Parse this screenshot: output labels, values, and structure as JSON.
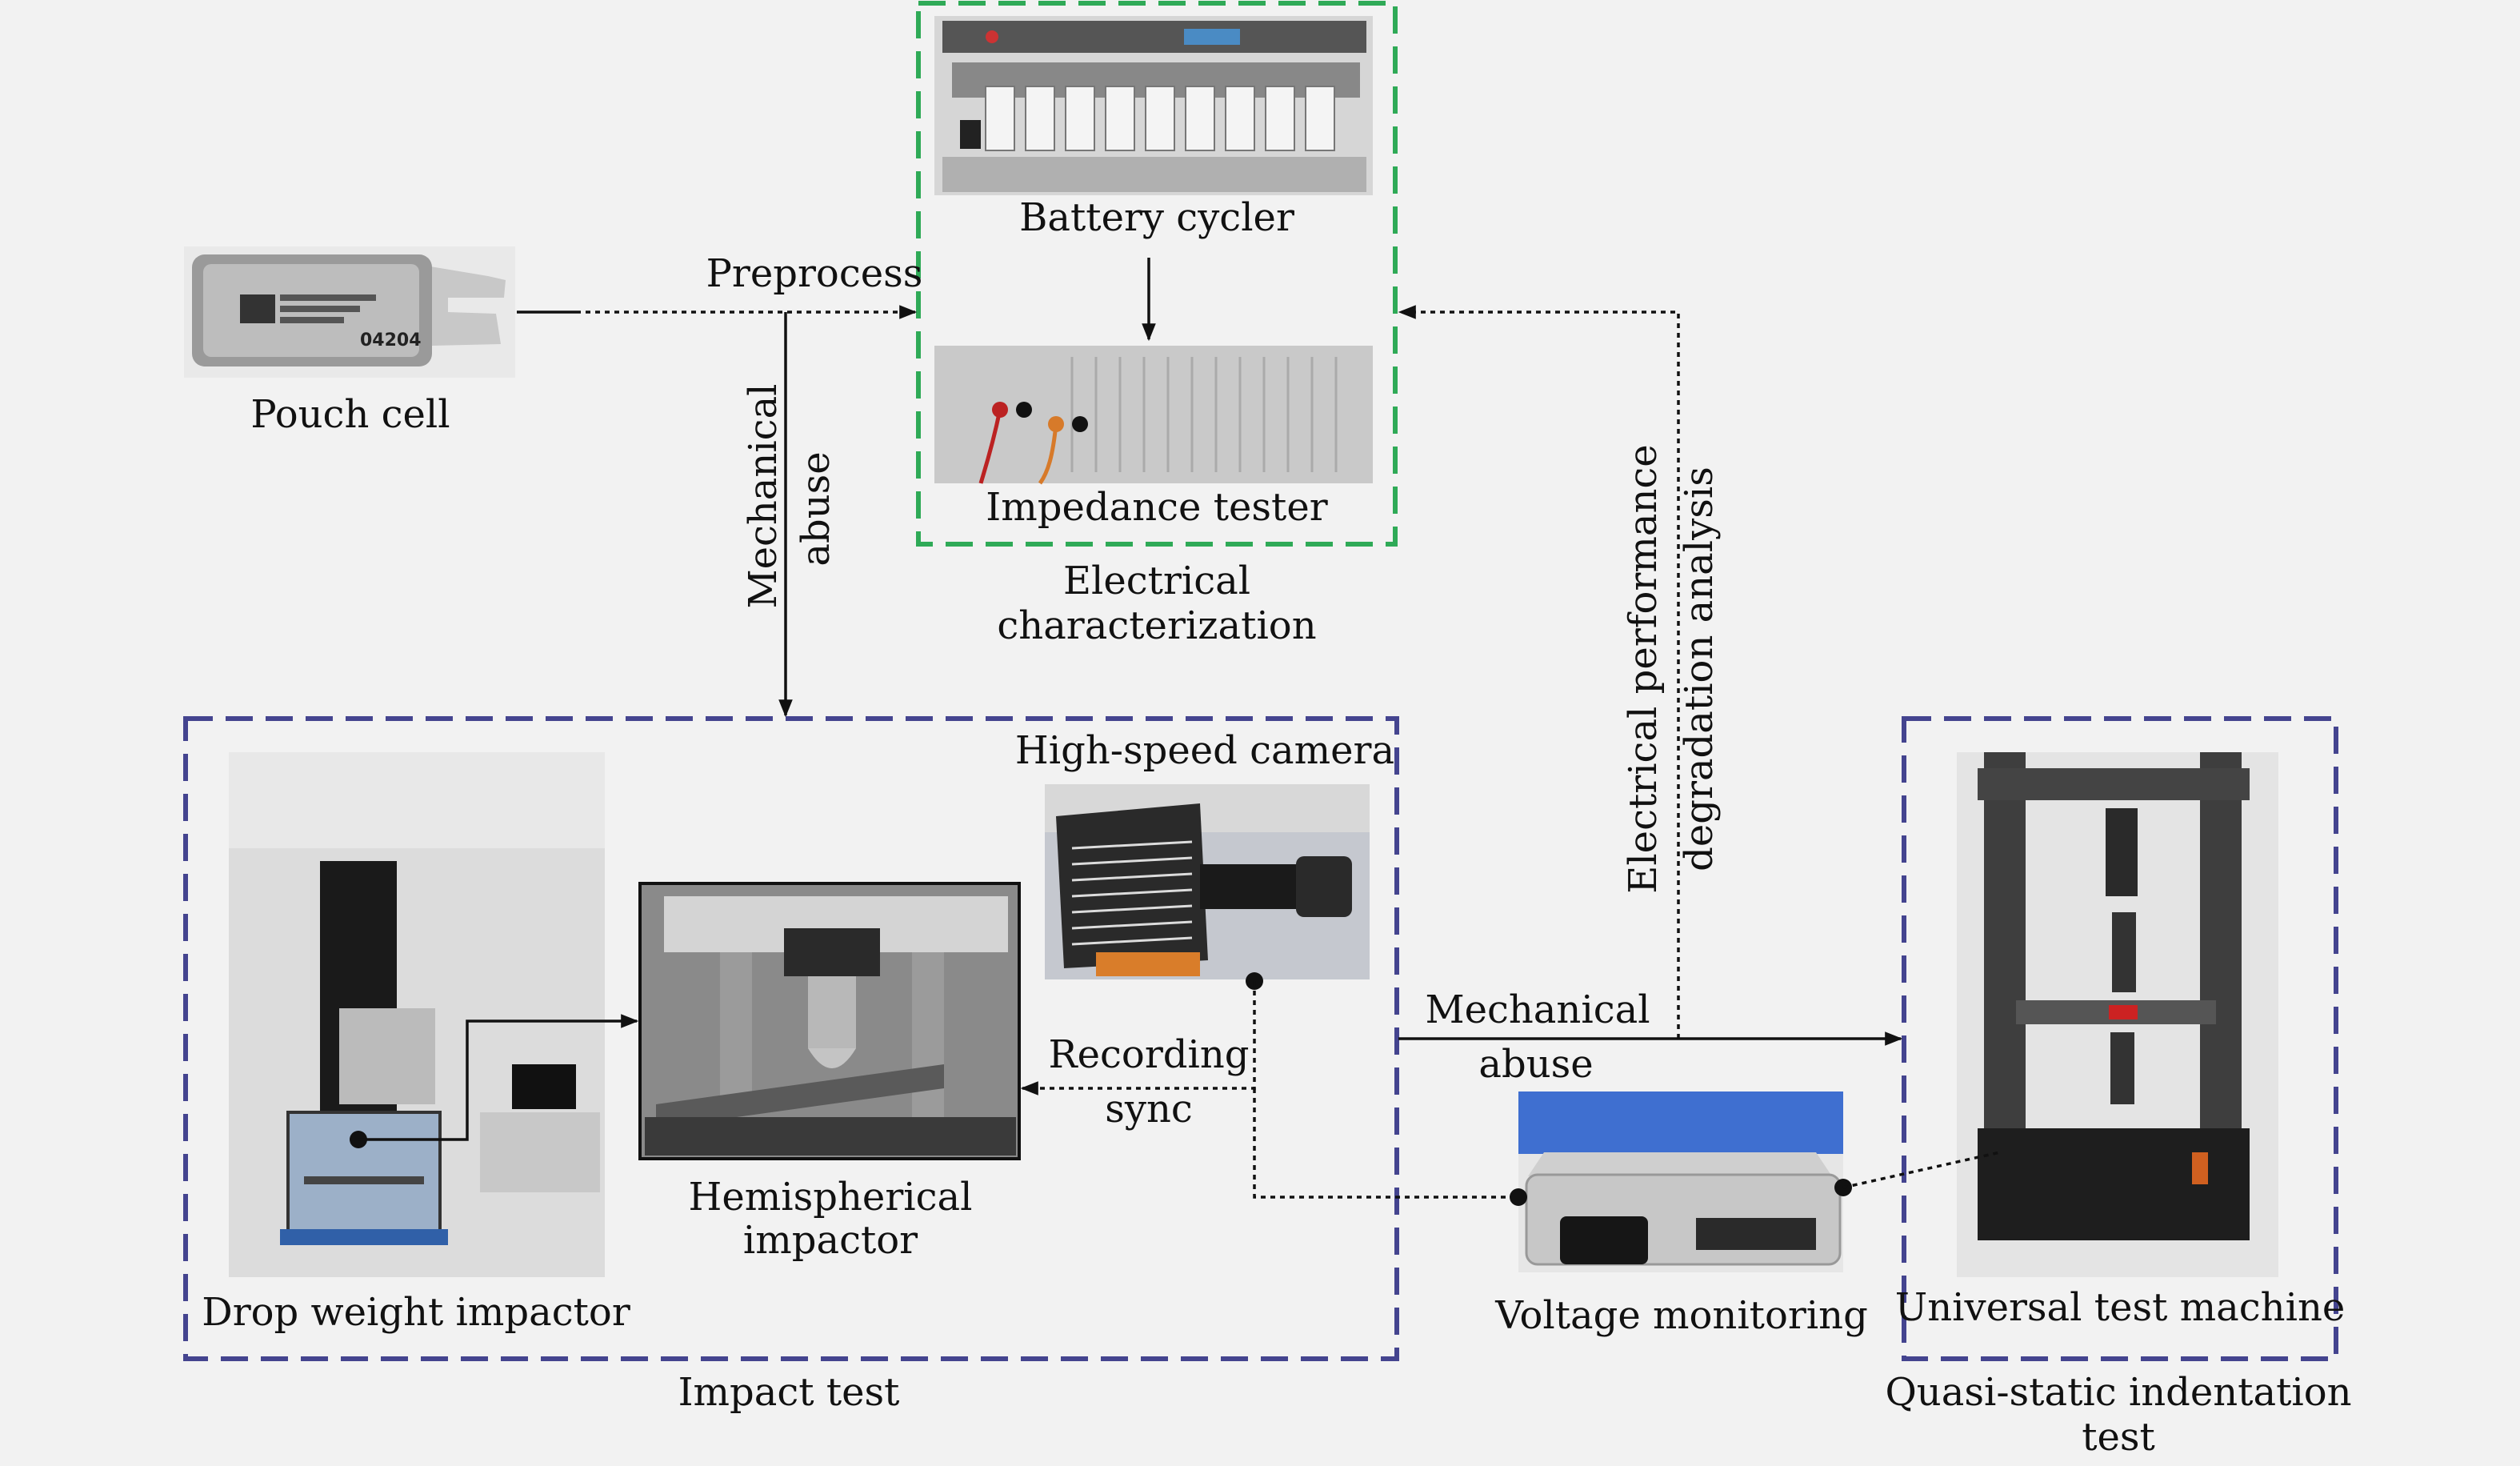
{
  "colors": {
    "background": "#f2f2f2",
    "electrical_box": "#2faa57",
    "impact_box": "#44448f",
    "quasi_static_box": "#44448f",
    "arrow": "#111111"
  },
  "nodes": {
    "pouch_cell": {
      "label": "Pouch cell",
      "photo_text": "04204",
      "icon": "pouch-cell-photo"
    },
    "battery_cycler": {
      "label": "Battery cycler",
      "icon": "battery-cycler-photo"
    },
    "impedance_tester": {
      "label": "Impedance tester",
      "icon": "impedance-tester-photo"
    },
    "drop_weight_impactor": {
      "label": "Drop weight impactor",
      "icon": "drop-weight-photo"
    },
    "hemispherical_impactor": {
      "label_line1": "Hemispherical",
      "label_line2": "impactor",
      "icon": "impactor-photo"
    },
    "high_speed_camera": {
      "label": "High-speed camera",
      "icon": "camera-photo"
    },
    "voltage_monitoring": {
      "label": "Voltage monitoring",
      "icon": "voltage-logger-photo"
    },
    "universal_test_machine": {
      "label": "Universal test machine",
      "icon": "test-machine-photo"
    }
  },
  "groups": {
    "electrical": {
      "title_line1": "Electrical",
      "title_line2": "characterization"
    },
    "impact": {
      "title": "Impact test"
    },
    "quasi_static": {
      "title_line1": "Quasi-static indentation",
      "title_line2": "test"
    }
  },
  "edges": {
    "preprocess": {
      "label": "Preprocess"
    },
    "mechanical_abuse_vertical": {
      "label_line1": "Mechanical",
      "label_line2": "abuse"
    },
    "recording_sync": {
      "label_line1": "Recording",
      "label_line2": "sync"
    },
    "mechanical_abuse_horizontal": {
      "label_line1": "Mechanical",
      "label_line2": "abuse"
    },
    "degradation": {
      "label_line1": "Electrical performance",
      "label_line2": "degradation analysis"
    }
  }
}
